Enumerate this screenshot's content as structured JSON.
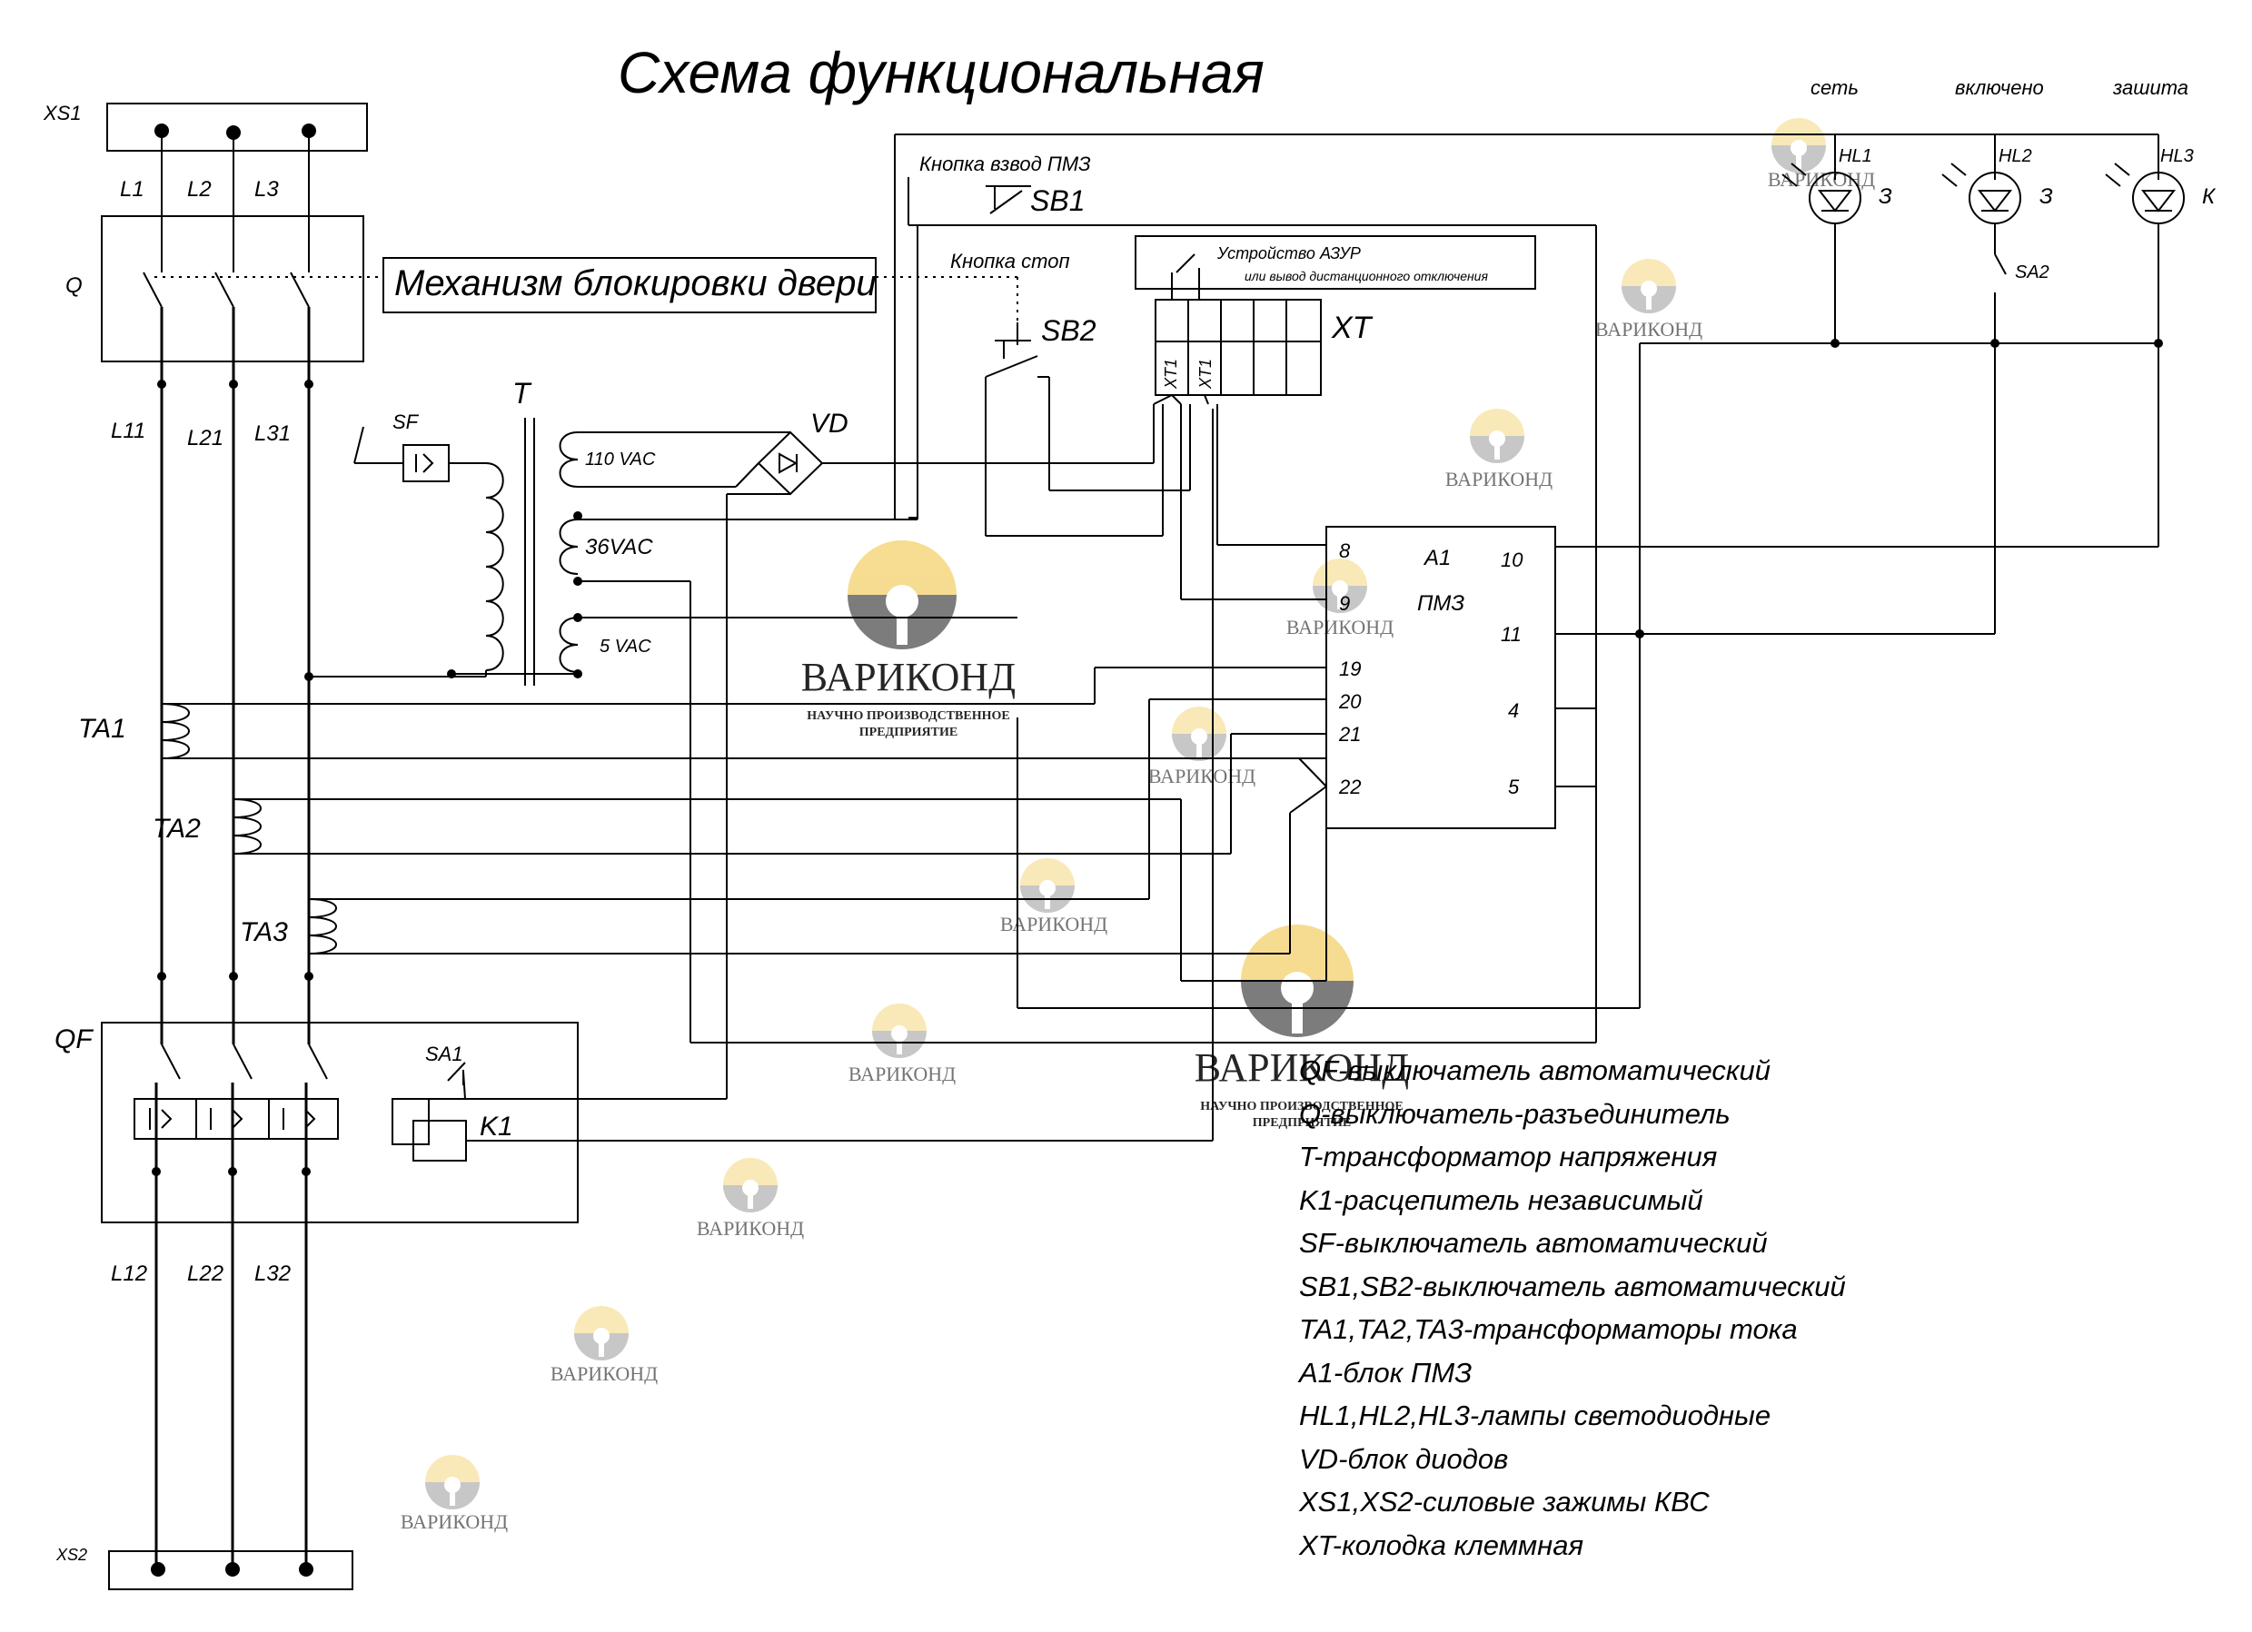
{
  "title": "Схема функциональная",
  "colors": {
    "line": "#000000",
    "watermark_gold": "#f5d77e",
    "watermark_gray": "#8a8a8a"
  },
  "labels": {
    "xs1": "XS1",
    "xs2": "XS2",
    "q": "Q",
    "qf": "QF",
    "t": "T",
    "sf": "SF",
    "vd": "VD",
    "l1": "L1",
    "l2": "L2",
    "l3": "L3",
    "l11": "L11",
    "l21": "L21",
    "l31": "L31",
    "l12": "L12",
    "l22": "L22",
    "l32": "L32",
    "ta1": "TA1",
    "ta2": "TA2",
    "ta3": "TA3",
    "sa1": "SA1",
    "k1": "K1",
    "sa2": "SA2",
    "v110": "110 VAC",
    "v36": "36VAC",
    "v5": "5 VAC",
    "lock_mechanism": "Механизм блокировки двери",
    "btn_arm": "Кнопка взвод ПМЗ",
    "sb1": "SB1",
    "btn_stop": "Кнопка стоп",
    "sb2": "SB2",
    "azur_title": "Устройство АЗУР",
    "azur_sub": "или вывод дистанционного отключения",
    "xt": "XT",
    "xt1a": "XT1",
    "xt1b": "XT1",
    "hl_net": "сеть",
    "hl_on": "включено",
    "hl_prot": "зашита",
    "hl1": "HL1",
    "hl2": "HL2",
    "hl3": "HL3",
    "hl1_color": "З",
    "hl2_color": "З",
    "hl3_color": "К",
    "a1": "A1",
    "pmz": "ПМЗ",
    "pins": {
      "p8": "8",
      "p9": "9",
      "p19": "19",
      "p20": "20",
      "p21": "21",
      "p22": "22",
      "p10": "10",
      "p11": "11",
      "p4": "4",
      "p5": "5"
    }
  },
  "legend": [
    "QF-выключатель автоматический",
    "Q-выключатель-разъединитель",
    "T-трансформатор напряжения",
    "K1-расцепитель независимый",
    "SF-выключатель автоматический",
    "SB1,SB2-выключатель автоматический",
    "TA1,TA2,TA3-трансформаторы тока",
    "A1-блок ПМЗ",
    "HL1,HL2,HL3-лампы светодиодные",
    "VD-блок диодов",
    "XS1,XS2-силовые зажимы КВС",
    "XT-колодка клеммная"
  ],
  "watermark": {
    "brand": "ВАРИКОНД",
    "tagline_1": "НАУЧНО ПРОИЗВОДСТВЕННОЕ",
    "tagline_2": "ПРЕДПРИЯТИЕ"
  }
}
